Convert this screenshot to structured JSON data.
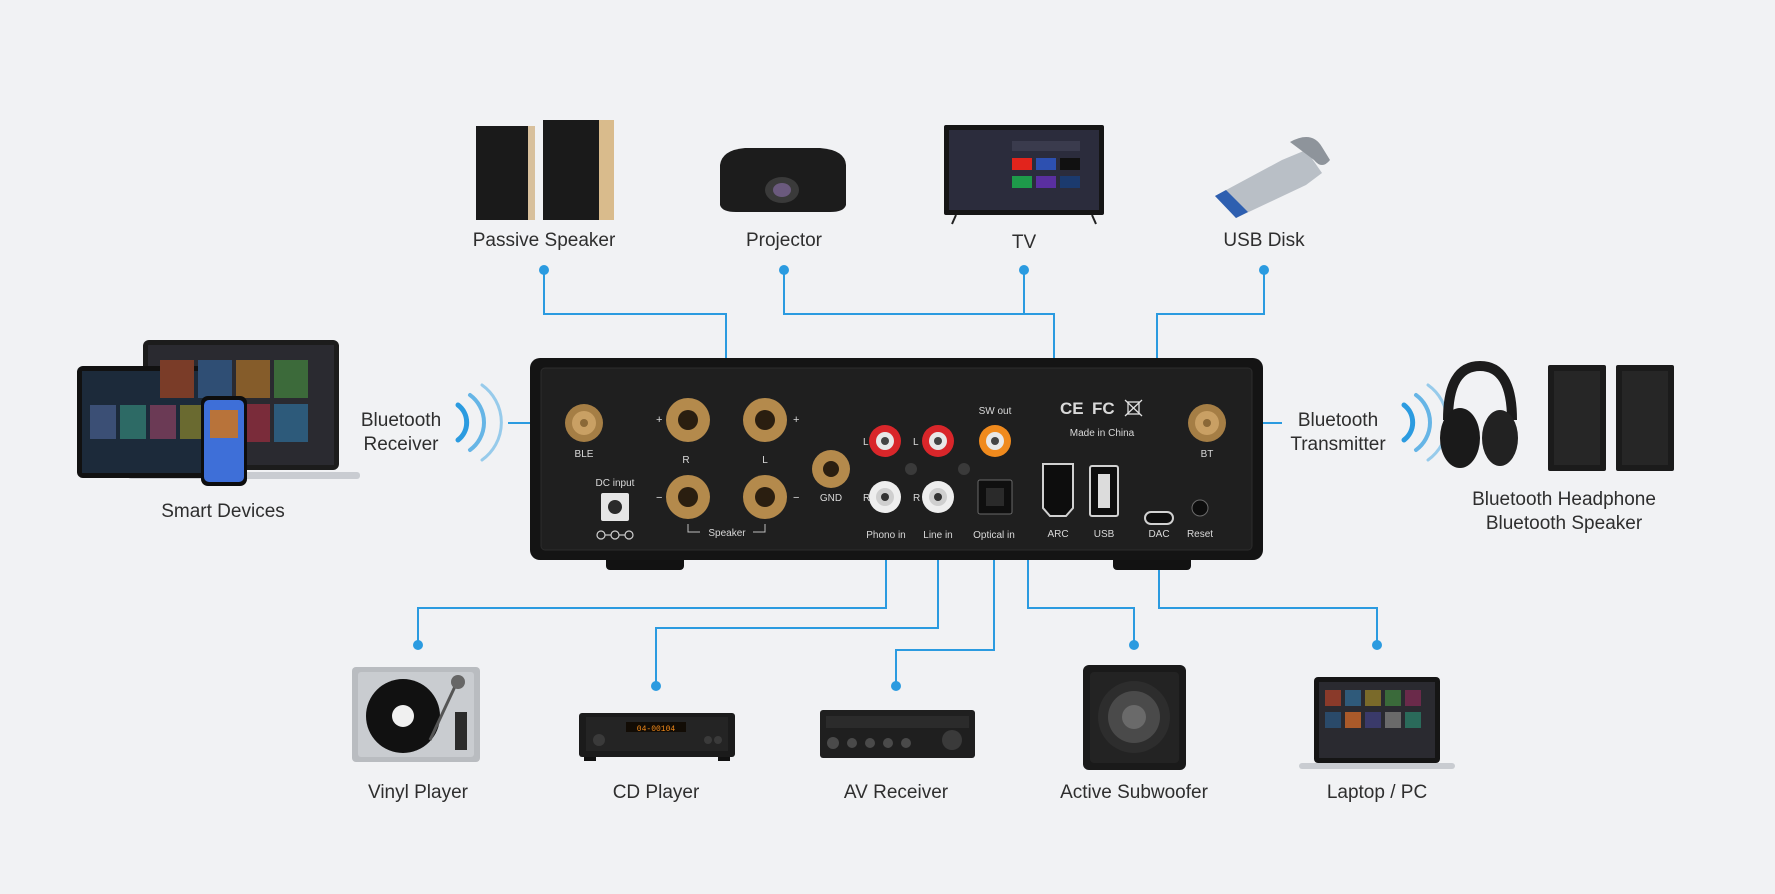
{
  "colors": {
    "background": "#f1f2f4",
    "connector": "#2b9be0",
    "amp_body": "#1b1b1b",
    "brass": "#b48a4c",
    "rca_red": "#d9262a",
    "rca_white": "#eeeeee",
    "rca_orange": "#f08a1d"
  },
  "devices": {
    "passive_speaker": "Passive Speaker",
    "projector": "Projector",
    "tv": "TV",
    "usb_disk": "USB Disk",
    "smart_devices": "Smart Devices",
    "bt_receiver_line1": "Bluetooth",
    "bt_receiver_line2": "Receiver",
    "bt_transmitter_line1": "Bluetooth",
    "bt_transmitter_line2": "Transmitter",
    "bt_out_line1": "Bluetooth Headphone",
    "bt_out_line2": "Bluetooth Speaker",
    "vinyl": "Vinyl Player",
    "cd": "CD Player",
    "av": "AV Receiver",
    "subwoofer": "Active Subwoofer",
    "laptop": "Laptop / PC"
  },
  "panel": {
    "ble": "BLE",
    "bt": "BT",
    "plus": "+",
    "minus": "−",
    "r": "R",
    "l": "L",
    "speaker": "Speaker",
    "dc_input": "DC input",
    "gnd": "GND",
    "phono_in": "Phono in",
    "line_in": "Line in",
    "optical_in": "Optical in",
    "sw_out": "SW out",
    "arc": "ARC",
    "usb": "USB",
    "dac": "DAC",
    "reset": "Reset",
    "made_in": "Made in China",
    "cert_ce": "CE",
    "cert_fc": "FC",
    "cd_display": "04-00104"
  }
}
